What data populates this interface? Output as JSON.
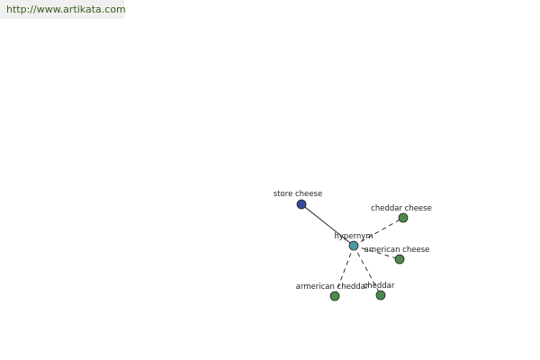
{
  "header": {
    "url": "http://www.artikata.com"
  },
  "graph": {
    "center": {
      "label": "hypernym",
      "color": "#4e9aa0"
    },
    "parent": {
      "label": "store cheese",
      "color": "#34499a",
      "relation": "solid"
    },
    "children": [
      {
        "label": "cheddar cheese",
        "color": "#4d8a4a",
        "relation": "dashed"
      },
      {
        "label": "american cheese",
        "color": "#4d8a4a",
        "relation": "dashed"
      },
      {
        "label": "armerican cheddar",
        "color": "#4d8a4a",
        "relation": "dashed"
      },
      {
        "label": "cheddar",
        "color": "#4d8a4a",
        "relation": "dashed"
      }
    ]
  }
}
